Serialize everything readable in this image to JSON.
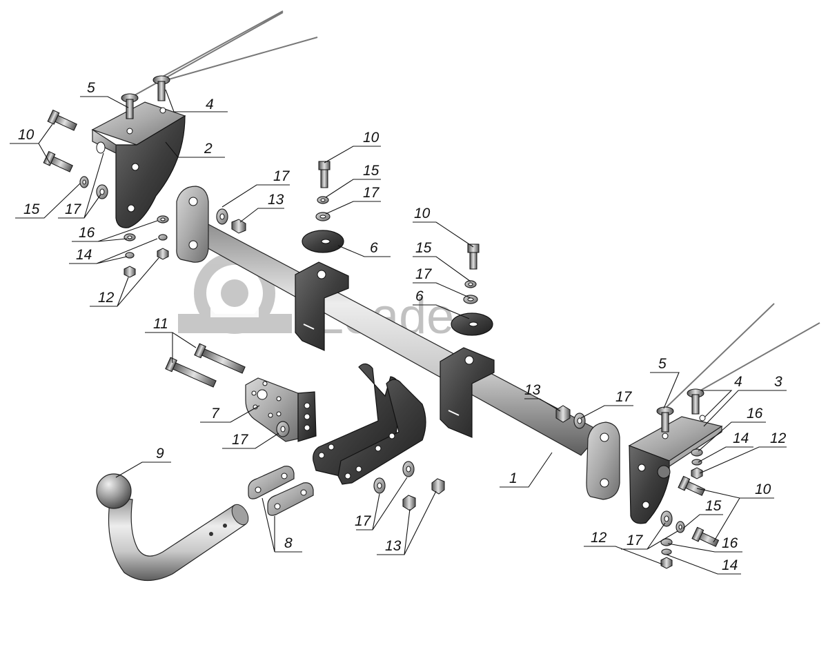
{
  "watermark": {
    "text": "Leade"
  },
  "labels": {
    "p1": "1",
    "p2": "2",
    "p3": "3",
    "p4a": "4",
    "p4b": "4",
    "p5a": "5",
    "p5b": "5",
    "p6a": "6",
    "p6b": "6",
    "p7": "7",
    "p8": "8",
    "p9": "9",
    "p10a": "10",
    "p10b": "10",
    "p10c": "10",
    "p10d": "10",
    "p11": "11",
    "p12a": "12",
    "p12b": "12",
    "p12c": "12",
    "p13a": "13",
    "p13b": "13",
    "p13c": "13",
    "p14a": "14",
    "p14b": "14",
    "p14c": "14",
    "p15a": "15",
    "p15b": "15",
    "p15c": "15",
    "p15d": "15",
    "p16a": "16",
    "p16b": "16",
    "p16c": "16",
    "p17a": "17",
    "p17b": "17",
    "p17c": "17",
    "p17d": "17",
    "p17e": "17",
    "p17f": "17",
    "p17g": "17",
    "p17h": "17"
  }
}
